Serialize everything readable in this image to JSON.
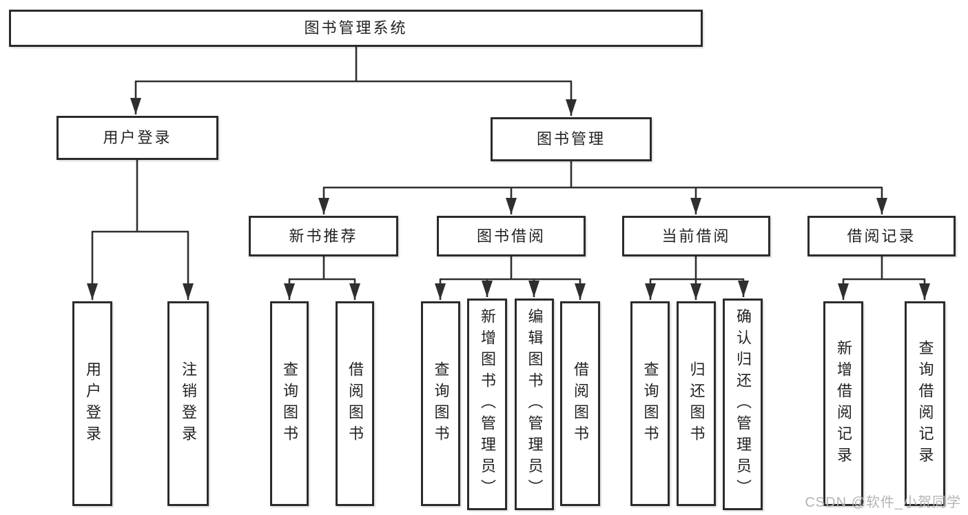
{
  "diagram": {
    "root": {
      "label": "图书管理系统"
    },
    "branches": [
      {
        "label": "用户登录",
        "children": [
          {
            "label": "用户登录"
          },
          {
            "label": "注销登录"
          }
        ]
      },
      {
        "label": "图书管理",
        "children": [
          {
            "label": "新书推荐",
            "children": [
              {
                "label": "查询图书"
              },
              {
                "label": "借阅图书"
              }
            ]
          },
          {
            "label": "图书借阅",
            "children": [
              {
                "label": "查询图书"
              },
              {
                "label": "新增图书（管理员）"
              },
              {
                "label": "编辑图书（管理员）"
              },
              {
                "label": "借阅图书"
              }
            ]
          },
          {
            "label": "当前借阅",
            "children": [
              {
                "label": "查询图书"
              },
              {
                "label": "归还图书"
              },
              {
                "label": "确认归还（管理员）"
              }
            ]
          },
          {
            "label": "借阅记录",
            "children": [
              {
                "label": "新增借阅记录"
              },
              {
                "label": "查询借阅记录"
              }
            ]
          }
        ]
      }
    ]
  },
  "watermark": "CSDN @软件_小贺同学",
  "colors": {
    "line": "#2f2f2f",
    "border": "#2b2b2b",
    "text": "#232323",
    "watermark": "#b4b4b4",
    "background": "#ffffff"
  }
}
